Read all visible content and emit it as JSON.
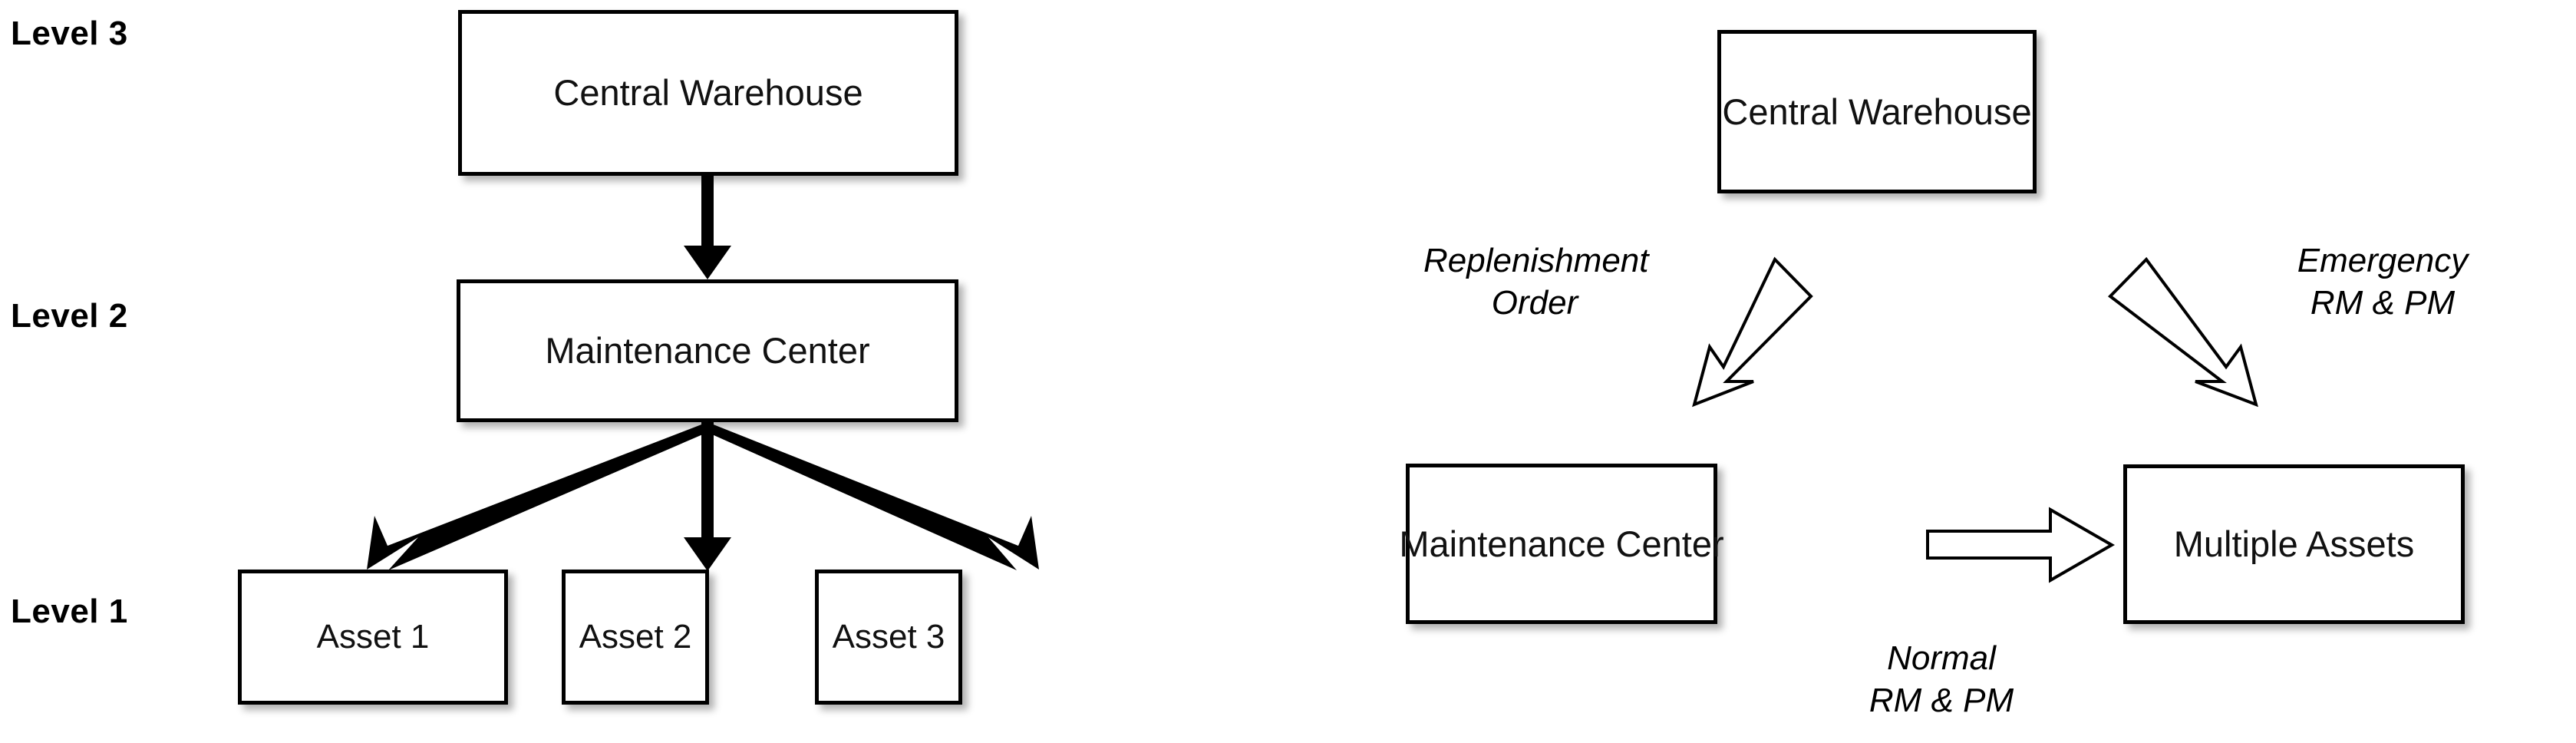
{
  "diagram": {
    "title": "Two-panel spare parts supply network diagram",
    "background_color": "#FFFFFF",
    "line_color": "#000000",
    "box_fill": "#FFFFFF"
  },
  "left_panel": {
    "level_labels": [
      {
        "text": "Level 3"
      },
      {
        "text": "Level  2"
      },
      {
        "text": "Level 1"
      }
    ],
    "nodes": {
      "central_warehouse": "Central Warehouse",
      "maintenance_center": "Maintenance Center",
      "asset_1": "Asset 1",
      "asset_2": "Asset 2",
      "asset_3": "Asset 3"
    },
    "connections": [
      {
        "from": "Central Warehouse",
        "to": "Maintenance Center",
        "style": "solid-filled-arrow"
      },
      {
        "from": "Maintenance Center",
        "to": "Asset 1",
        "style": "solid-filled-arrow"
      },
      {
        "from": "Maintenance Center",
        "to": "Asset 2",
        "style": "solid-filled-arrow"
      },
      {
        "from": "Maintenance Center",
        "to": "Asset 3",
        "style": "solid-filled-arrow"
      }
    ]
  },
  "right_panel": {
    "nodes": {
      "central_warehouse": "Central Warehouse",
      "maintenance_center": "Maintenance Center",
      "multiple_assets": "Multiple Assets"
    },
    "flow_labels": {
      "replenishment_order": "Replenishment\nOrder",
      "replenishment_order_line1": "Replenishment",
      "replenishment_order_line2": "Order",
      "emergency": "Emergency\nRM & PM",
      "emergency_line1": "Emergency",
      "emergency_line2": "RM & PM",
      "normal": "Normal\nRM & PM",
      "normal_line1": "Normal",
      "normal_line2": "RM & PM"
    },
    "connections": [
      {
        "from": "Central Warehouse",
        "to": "Maintenance Center",
        "label": "Replenishment Order",
        "style": "hollow-block-arrow-diagonal-down-left"
      },
      {
        "from": "Central Warehouse",
        "to": "Multiple Assets",
        "label": "Emergency RM & PM",
        "style": "hollow-block-arrow-diagonal-down-right"
      },
      {
        "from": "Maintenance Center",
        "to": "Multiple Assets",
        "label": "Normal RM & PM",
        "style": "hollow-block-arrow-horizontal-right"
      }
    ]
  }
}
